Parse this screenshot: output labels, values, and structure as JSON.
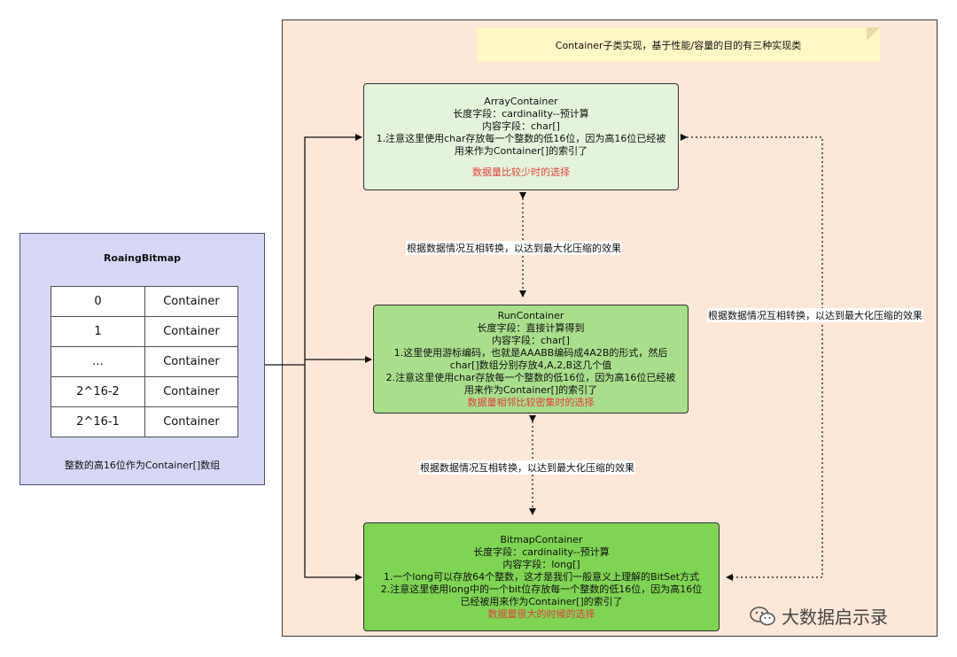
{
  "note": {
    "text": "Container子类实现，基于性能/容量的目的有三种实现类"
  },
  "array_container": {
    "title": "ArrayContainer",
    "length_field": "长度字段：cardinality--预计算",
    "content_field": "内容字段：char[]",
    "note_line1": "1.注意这里使用char存放每一个整数的低16位，因为高16位已经被",
    "note_line2": "用来作为Container[]的索引了",
    "highlight": "数据量比较少时的选择"
  },
  "run_container": {
    "title": "RunContainer",
    "length_field": "长度字段：直接计算得到",
    "content_field": "内容字段：char[]",
    "note1_line1": "1.这里使用游标编码，也就是AAABB编码成4A2B的形式，然后",
    "note1_line2": "char[]数组分别存放4,A,2,B这几个值",
    "note2_line1": "2.注意这里使用char存放每一个整数的低16位，因为高16位已经被",
    "note2_line2": "用来作为Container[]的索引了",
    "highlight": "数据量相邻比较密集时的选择"
  },
  "bitmap_container": {
    "title": "BitmapContainer",
    "length_field": "长度字段：cardinality--预计算",
    "content_field": "内容字段：long[]",
    "note1": "1.一个long可以存放64个整数，这才是我们一般意义上理解的BitSet方式",
    "note2_line1": "2.注意这里使用long中的一个bit位存放每一个整数的低16位，因为高16位",
    "note2_line2": "已经被用来作为Container[]的索引了",
    "highlight": "数据量很大的时候的选择"
  },
  "roaring_bitmap": {
    "title": "RoaingBitmap",
    "rows": [
      {
        "key": "0",
        "value": "Container"
      },
      {
        "key": "1",
        "value": "Container"
      },
      {
        "key": "...",
        "value": "Container"
      },
      {
        "key": "2^16-2",
        "value": "Container"
      },
      {
        "key": "2^16-1",
        "value": "Container"
      }
    ],
    "caption": "整数的高16位作为Container[]数组"
  },
  "edge_labels": {
    "array_run": "根据数据情况互相转换，以达到最大化压缩的效果",
    "run_bitmap": "根据数据情况互相转换，以达到最大化压缩的效果",
    "array_bitmap": "根据数据情况互相转换，以达到最大化压缩的效果"
  },
  "watermark": {
    "text": "大数据启示录"
  },
  "colors": {
    "panel": "#fce7d8",
    "note": "#fff7c6",
    "array": "#e4f4dc",
    "run": "#a9de8c",
    "bitmap": "#7fd454",
    "roaring": "#d6d8f6",
    "highlight": "#e24040"
  }
}
